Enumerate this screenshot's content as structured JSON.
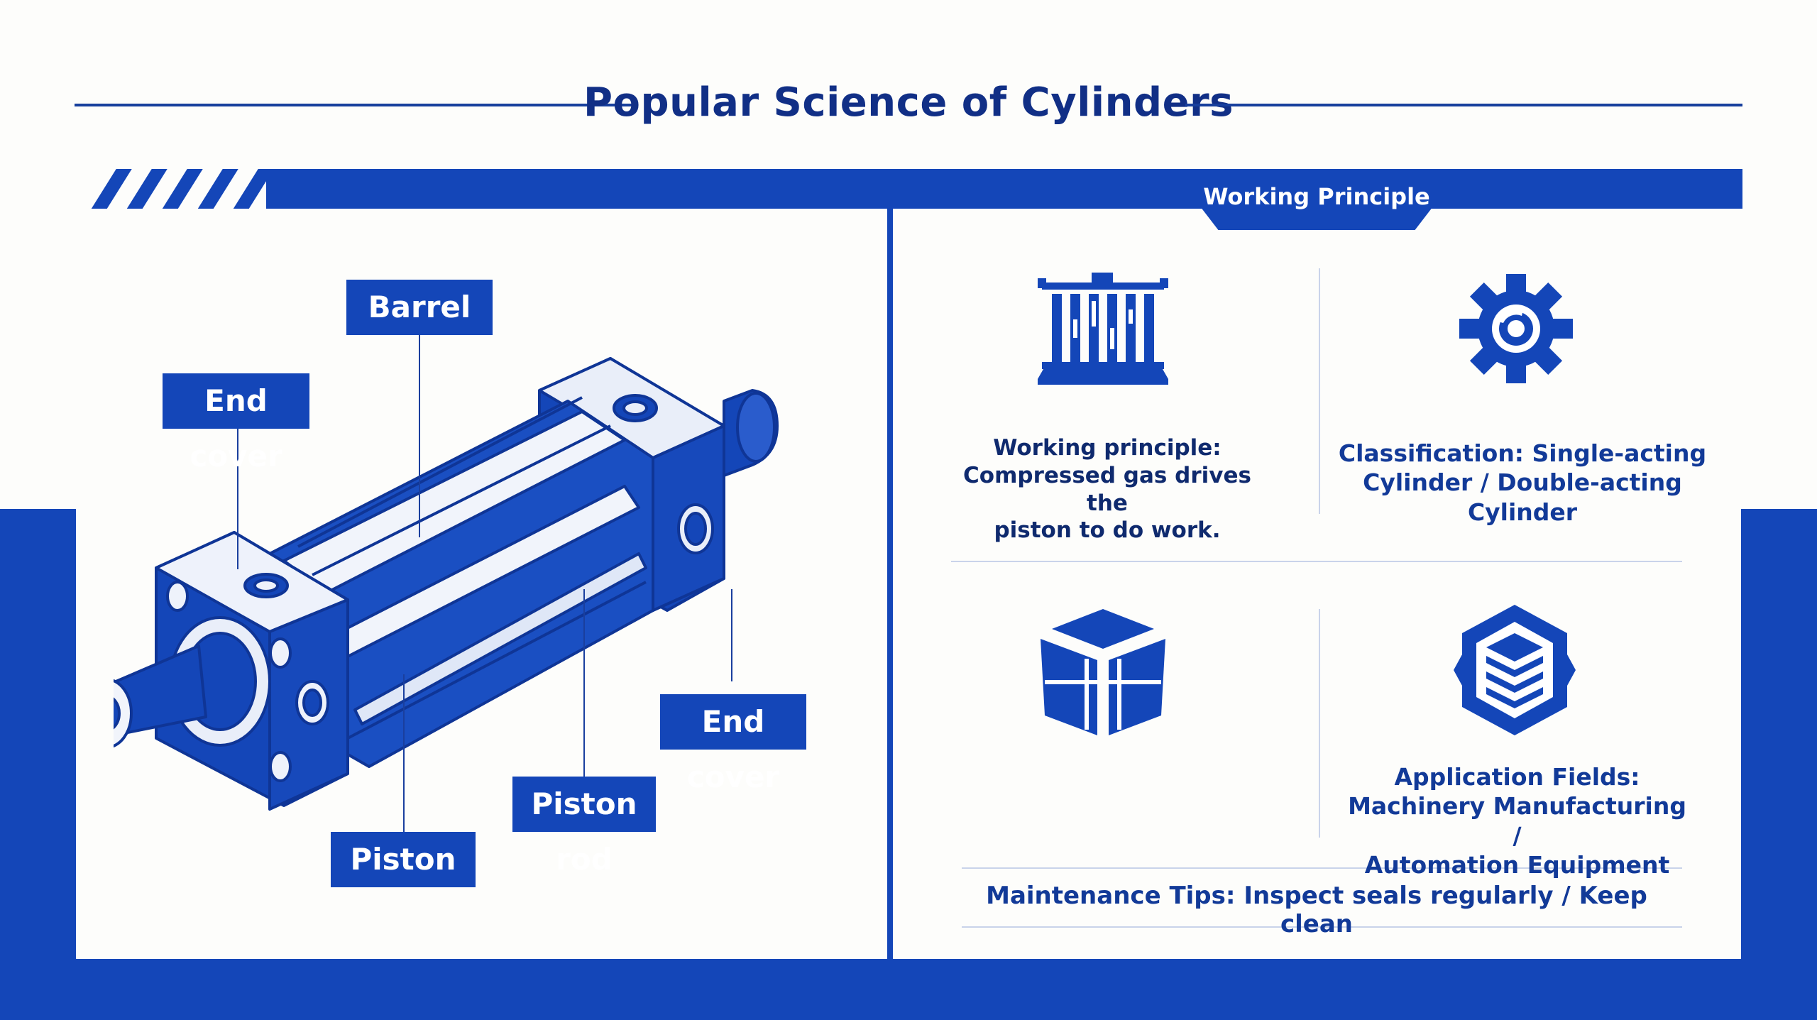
{
  "title": "Popular Science of Cylinders",
  "diagram": {
    "labels": {
      "barrel": "Barrel",
      "end_cover_left": "End cover",
      "end_cover_right": "End cover",
      "piston_rod": "Piston rod",
      "piston": "Piston"
    }
  },
  "principle_panel": {
    "tab_label": "Working Principle",
    "working_principle": [
      "Working principle:",
      "Compressed gas drives the",
      "piston to do work."
    ],
    "classification": [
      "Classification: Single-acting",
      "Cylinder / Double-acting Cylinder"
    ],
    "application": [
      "Application Fields:",
      "Machinery Manufacturing /",
      "Automation Equipment"
    ],
    "maintenance": "Maintenance Tips: Inspect seals regularly / Keep clean"
  },
  "icons": [
    "pneumatic-panel-icon",
    "gear-icon",
    "box-icon",
    "layers-icon"
  ],
  "colors": {
    "primary": "#1446b8",
    "title": "#112f86",
    "background": "#fdfdfb"
  }
}
